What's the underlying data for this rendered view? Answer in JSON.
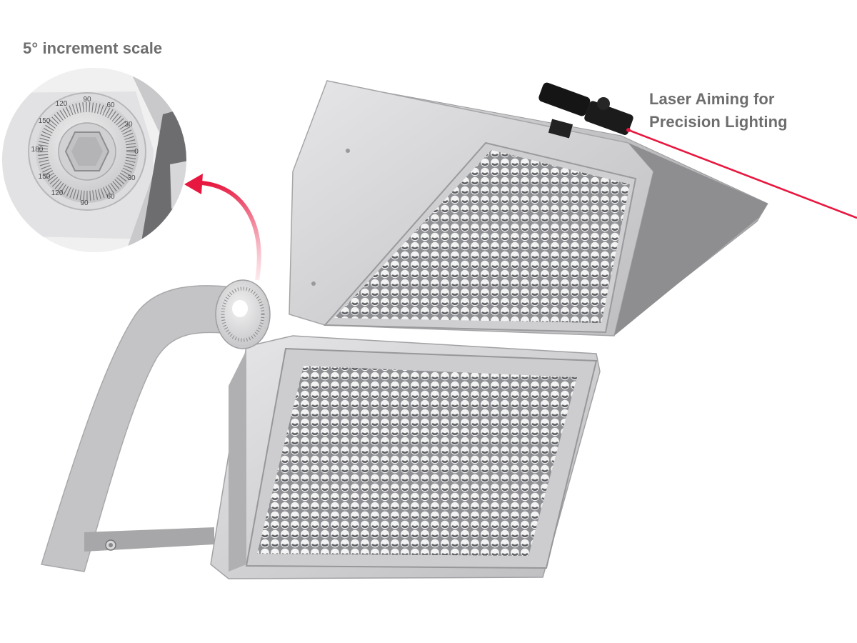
{
  "callouts": {
    "scale": {
      "text": "5° increment scale"
    },
    "laser": {
      "line1": "Laser Aiming for",
      "line2": "Precision Lighting"
    }
  },
  "dial": {
    "labels": [
      "90",
      "60",
      "30",
      "0",
      "30",
      "60",
      "90",
      "120",
      "150",
      "180",
      "150",
      "120"
    ]
  },
  "colors": {
    "text": "#6e6e6e",
    "accent_red": "#e8173f",
    "housing": "#c9c9cb",
    "housing_dark": "#a8a8aa",
    "housing_light": "#e4e4e6",
    "laser_body": "#151515"
  }
}
